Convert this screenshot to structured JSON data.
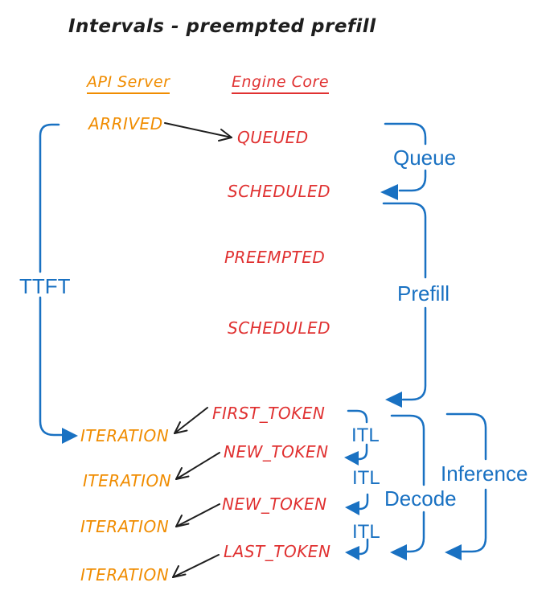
{
  "title": "Intervals - preempted prefill",
  "columns": {
    "api_server": "API Server",
    "engine_core": "Engine Core"
  },
  "api_server_events": {
    "arrived": "ARRIVED",
    "iteration_1": "ITERATION",
    "iteration_2": "ITERATION",
    "iteration_3": "ITERATION",
    "iteration_4": "ITERATION"
  },
  "engine_core_events": {
    "queued": "QUEUED",
    "scheduled_1": "SCHEDULED",
    "preempted": "PREEMPTED",
    "scheduled_2": "SCHEDULED",
    "first_token": "FIRST_TOKEN",
    "new_token_1": "NEW_TOKEN",
    "new_token_2": "NEW_TOKEN",
    "last_token": "LAST_TOKEN"
  },
  "intervals": {
    "ttft": "TTFT",
    "queue": "Queue",
    "prefill": "Prefill",
    "itl_1": "ITL",
    "itl_2": "ITL",
    "itl_3": "ITL",
    "decode": "Decode",
    "inference": "Inference"
  },
  "colors": {
    "api_server": "#f08c00",
    "engine_core": "#e03131",
    "interval": "#1971c2",
    "ink": "#1e1e1e"
  }
}
